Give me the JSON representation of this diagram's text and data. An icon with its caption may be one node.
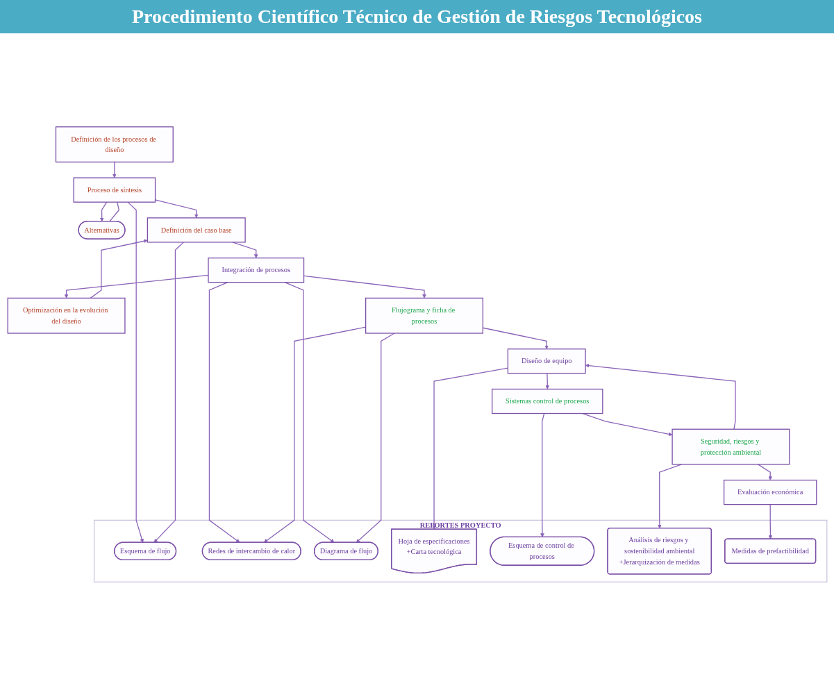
{
  "diagram": {
    "title": "Procedimiento Científico Técnico de Gestión de Riesgos Tecnológicos",
    "nodes": [
      {
        "text": [
          "Definición de los procesos de diseño"
        ]
      },
      {
        "text": [
          "Alternativas"
        ]
      },
      {
        "text": [
          "Proceso de síntesis"
        ]
      },
      {
        "text": [
          "Definición del caso base"
        ]
      },
      {
        "text": [
          "Optimización en la evolución del diseño"
        ]
      },
      {
        "text": [
          "Integración de procesos"
        ]
      },
      {
        "text": [
          "Flujograma y ficha de procesos"
        ]
      },
      {
        "text": [
          "Diseño de equipo"
        ]
      },
      {
        "text": [
          "Sistemas control de procesos"
        ]
      },
      {
        "text": [
          "Seguridad, riesgos y protección ambiental"
        ]
      },
      {
        "text": [
          "Evaluación económica"
        ]
      },
      {
        "text": [
          "REPORTES PROYECTO"
        ]
      },
      {
        "text": [
          "Esquema de flujo"
        ],
        "in": 11
      },
      {
        "text": [
          "Redes de intercambio de calor"
        ],
        "in": 11
      },
      {
        "text": [
          "Diagrama de flujo"
        ],
        "in": 11
      },
      {
        "text": [
          "Hoja de especificaciones",
          "+Carta tecnológica"
        ],
        "in": 11
      },
      {
        "text": [
          "Esquema de control de procesos"
        ],
        "in": 11
      },
      {
        "text": [
          "Análisis de riesgos y sostenibilidad ambiental",
          "+Jerarquización de medidas"
        ],
        "in": 11
      },
      {
        "text": [
          "Medidas de prefactibilidad"
        ],
        "in": 11
      }
    ],
    "edges": [
      {
        "from": 0,
        "to": 2,
        "arrow": "to"
      },
      {
        "from": 1,
        "to": 2,
        "arrow": "none"
      },
      {
        "from": 2,
        "to": 1,
        "arrow": "to"
      },
      {
        "from": 2,
        "to": 3,
        "arrow": "to"
      },
      {
        "from": 4,
        "to": 3,
        "arrow": "to"
      },
      {
        "from": 3,
        "to": 5,
        "arrow": "to"
      },
      {
        "from": 5,
        "to": 4,
        "arrow": "to"
      },
      {
        "from": 5,
        "to": 6,
        "arrow": "to"
      },
      {
        "from": 6,
        "to": 7,
        "arrow": "to"
      },
      {
        "from": 7,
        "to": 8,
        "arrow": "to"
      },
      {
        "from": 8,
        "to": 9,
        "arrow": "to"
      },
      {
        "from": 9,
        "to": 10,
        "arrow": "to"
      },
      {
        "from": 9,
        "to": 7,
        "arrow": "to"
      },
      {
        "from": 2,
        "to": 12,
        "arrow": "to"
      },
      {
        "from": 3,
        "to": 12,
        "arrow": "to"
      },
      {
        "from": 5,
        "to": 13,
        "arrow": "to"
      },
      {
        "from": 5,
        "to": 14,
        "arrow": "to"
      },
      {
        "from": 6,
        "to": 13,
        "arrow": "to"
      },
      {
        "from": 6,
        "to": 14,
        "arrow": "to"
      },
      {
        "from": 7,
        "to": 15,
        "arrow": "to"
      },
      {
        "from": 8,
        "to": 16,
        "arrow": "to"
      },
      {
        "from": 9,
        "to": 17,
        "arrow": "to"
      },
      {
        "from": 10,
        "to": 18,
        "arrow": "to"
      }
    ]
  }
}
